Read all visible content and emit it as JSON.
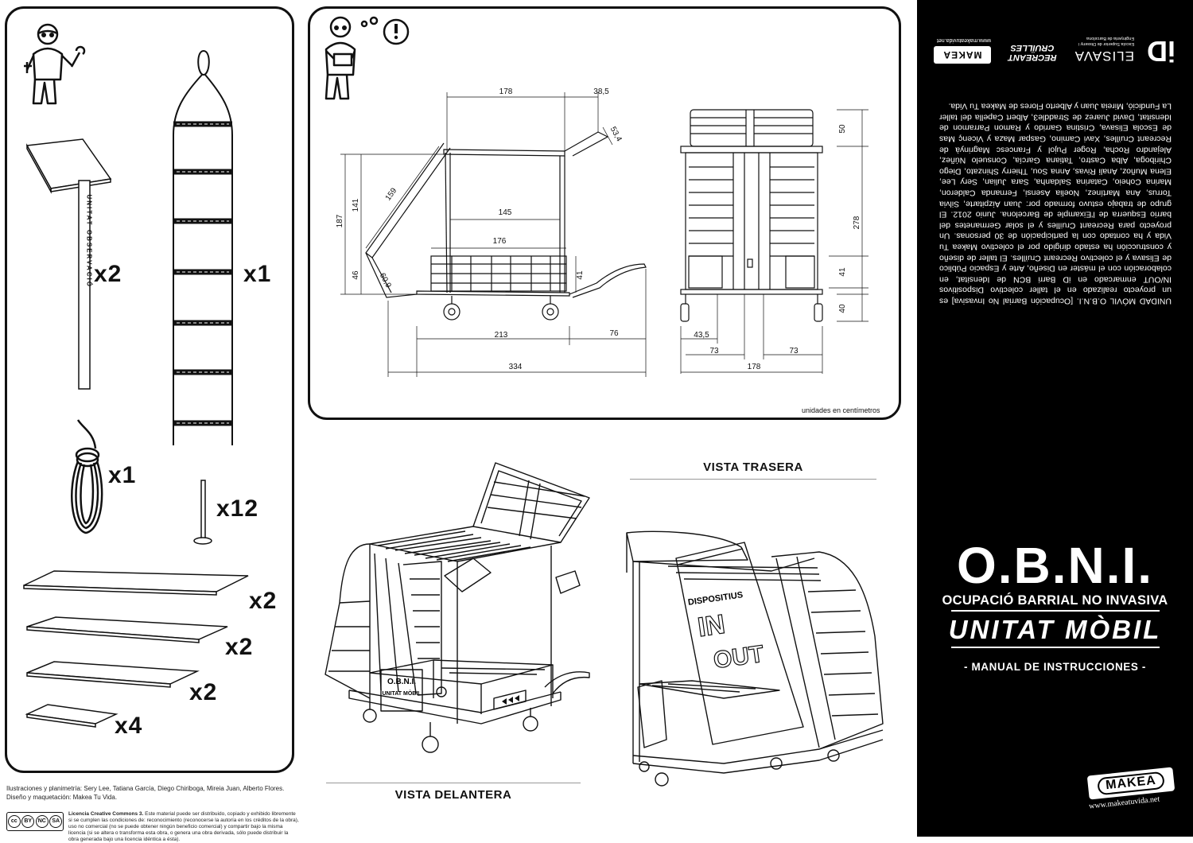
{
  "parts": {
    "quantities": [
      "x2",
      "x1",
      "x1",
      "x12",
      "x2",
      "x2",
      "x2",
      "x4"
    ],
    "sign_post_text": "UNITAT OBSERVACIÓ"
  },
  "dimensions": {
    "front_view": [
      "178",
      "38,5",
      "53,4",
      "187",
      "141",
      "159",
      "145",
      "176",
      "46",
      "60,9",
      "41",
      "213",
      "76",
      "334"
    ],
    "back_view": [
      "50",
      "278",
      "41",
      "40",
      "43,5",
      "73",
      "73",
      "178"
    ],
    "units_note": "unidades en centímetros"
  },
  "views": {
    "rear_title": "VISTA TRASERA",
    "front_title": "VISTA DELANTERA",
    "cart_sign_1": "O.B.N.I.",
    "cart_sign_2": "UNITAT MÒBIL",
    "board_text_1": "DISPOSITIUS",
    "board_text_2": "IN",
    "board_text_3": "OUT"
  },
  "credits": {
    "line1": "Ilustraciones y planimetría: Sery Lee, Tatiana García, Diego Chiriboga, Mireia Juan, Alberto Flores.",
    "line2": "Diseño y maquetación: Makea Tu Vida."
  },
  "license": {
    "cc_badge": [
      "cc",
      "BY",
      "NC",
      "SA"
    ],
    "heading": "Licencia Creative Commons 3.",
    "body": "Este material puede ser distribuido, copiado y exhibido libremente si se cumplen las condiciones de: reconocimiento (reconocerse la autoría en los créditos de la obra), uso no comercial (no se puede obtener ningún beneficio comercial) y compartir bajo la misma licencia (si se altera o transforma esta obra, o genera una obra derivada, sólo puede distribuir la obra generada bajo una licencia idéntica a ésta)."
  },
  "right_panel": {
    "logos": {
      "makea": "MAKEA",
      "makea_url_small": "www.makeatuvida.net",
      "recreant": "RECREANT CRUÏLLES",
      "elisava": "ELISAVA",
      "elisava_sub": "Escola Superior de Disseny i Enginyeria de Barcelona",
      "id": "iD"
    },
    "description": "UNIDAD MÓVIL O.B.N.I. [Ocupación Barrial No Invasiva] es un proyecto realizado en el taller colectivo Dispositivos IN/OUT enmarcado en iD Barri BCN de Idensitat, en colaboración con el máster en Diseño, Arte y Espacio Público de Elisava y el colectivo Recreant Cruïlles. El taller de diseño y construcción ha estado dirigido por el colectivo Makea Tu Vida y ha contado con la participación de 30 personas. Un proyecto para Recreant Cruïlles y el solar Germanetes del barrio Esquerra de l'Eixample de Barcelona. Junio 2012. El grupo de trabajo estuvo formado por: Juan Aizpitarte, Silvia Torrus, Ana Martínez, Noelia Asensi, Fernanda Calderon, Marina Coheio, Catarina Saldanha, Sara Julian, Sery Lee, Elena Muñoz, Anali Rivas, Anna Sou, Thierry Shinzato, Diego Chiriboga, Alba Castro, Tatiana García, Consuelo Núñez, Alejandro Rocha, Roger Pujol y Francesc Magrinyà de Recreant Cruïlles, Xavi Camino, Gaspar Maza y Vicenç Mas de Escola Elisava, Cristina Garrido y Ramon Parramon de Idensitat, David Juarez de Straddle3, Albert Capella del taller La Fundició, Mireia Juan y Alberto Flores de Makea Tu Vida.",
    "title": "O.B.N.I.",
    "subtitle": "OCUPACIÓ BARRIAL NO INVASIVA",
    "unitat": "UNITAT MÒBIL",
    "manual": "- MANUAL DE INSTRUCCIONES -",
    "badge": "MAKEA",
    "url": "www.makeatuvida.net"
  }
}
